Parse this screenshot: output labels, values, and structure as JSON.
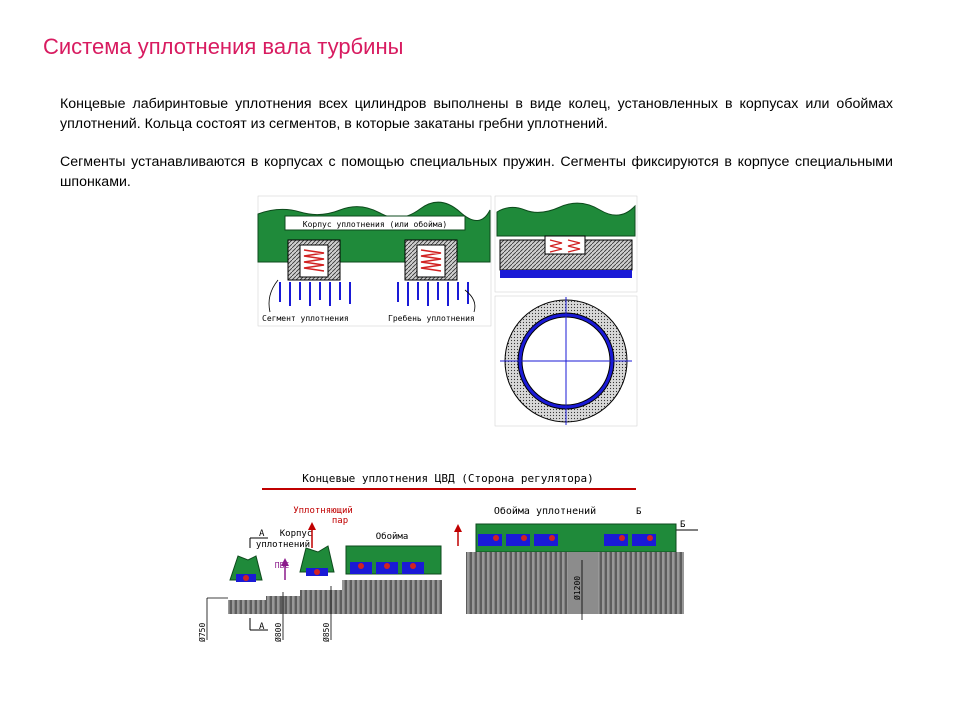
{
  "page": {
    "title": "Система уплотнения вала турбины",
    "paragraph1": "Концевые лабиринтовые уплотнения всех цилиндров выполнены в виде колец, установленных в корпусах или обоймах уплотнений. Кольца состоят из сегментов, в которые закатаны гребни уплотнений.",
    "paragraph2": "Сегменты устанавливаются в корпусах с помощью специальных пружин. Сегменты фиксируются в корпусе специальными шпонками."
  },
  "fig1": {
    "housing_label": "Корпус уплотнения (или обойма)",
    "segment_label": "Сегмент уплотнения",
    "crest_label": "Гребень уплотнения"
  },
  "fig3": {
    "title": "Концевые уплотнения ЦВД (Сторона регулятора)",
    "steam_label_1": "Уплотняющий",
    "steam_label_2": "пар",
    "housing_label_1": "Корпус",
    "housing_label_2": "уплотнений",
    "cage_left": "Обойма",
    "cage_right": "Обойма уплотнений",
    "pvs": "ПВС",
    "section_a": "А",
    "section_b": "Б",
    "d750": "Ø750",
    "d800": "Ø800",
    "d850": "Ø850",
    "d1200": "Ø1200"
  },
  "colors": {
    "title": "#d81b60",
    "housing_green": "#1f8a3a",
    "segment_blue": "#1a1ad6",
    "spring_red": "#d22222",
    "annotation_red": "#c00000"
  }
}
